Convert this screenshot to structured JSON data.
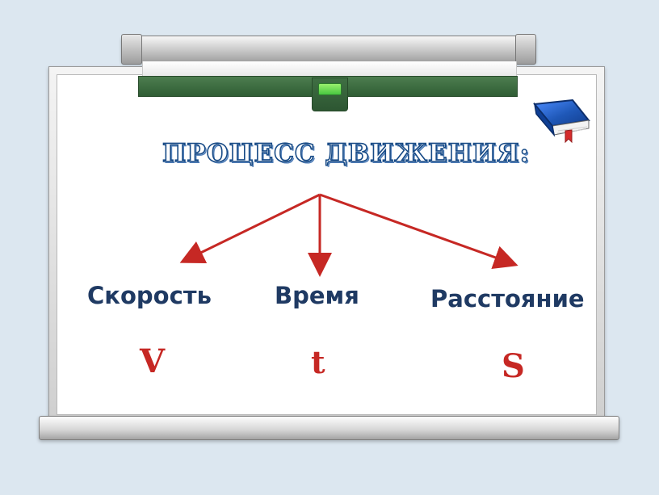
{
  "diagram": {
    "title": "ПРОЦЕСС  ДВИЖЕНИЯ:",
    "nodes": [
      {
        "label": "Скорость",
        "symbol": "V"
      },
      {
        "label": "Время",
        "symbol": "t"
      },
      {
        "label": "Расстояние",
        "symbol": "S"
      }
    ]
  },
  "colors": {
    "title_outline": "#174a86",
    "label_text": "#1f3a63",
    "symbol_text": "#c62824",
    "arrow": "#c62824",
    "board_bg": "#ffffff",
    "page_bg": "#dce7f0",
    "strip": "#2f5d34",
    "clip": "#48c740",
    "book_cover": "#1f58b8"
  },
  "icons": {
    "book": "book-icon"
  }
}
